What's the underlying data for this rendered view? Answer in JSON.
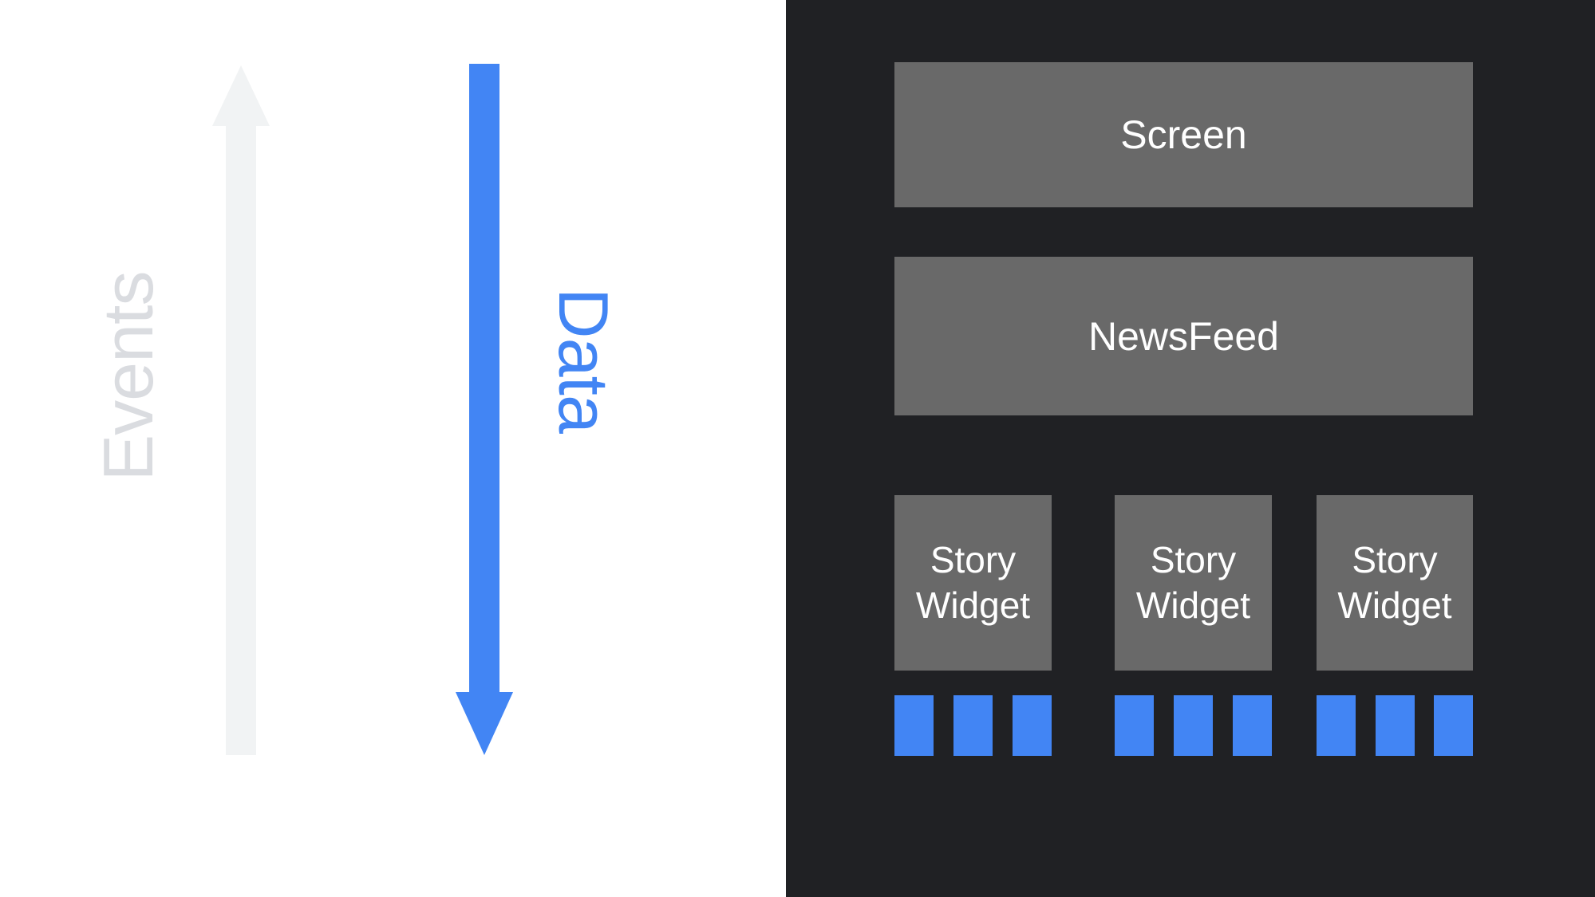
{
  "flows": {
    "events": {
      "label": "Events",
      "direction": "up",
      "label_color": "#dadce0",
      "arrow_color": "#f1f3f4"
    },
    "data": {
      "label": "Data",
      "direction": "down",
      "label_color": "#4285f4",
      "arrow_color": "#4285f4"
    }
  },
  "widget_tree": {
    "panel_background": "#202124",
    "box_color": "#696969",
    "box_label_color": "#ffffff",
    "square_color": "#4285f4",
    "screen_label": "Screen",
    "newsfeed_label": "NewsFeed",
    "story_widgets": [
      {
        "label": "Story Widget",
        "squares": 3
      },
      {
        "label": "Story Widget",
        "squares": 3
      },
      {
        "label": "Story Widget",
        "squares": 3
      }
    ]
  }
}
